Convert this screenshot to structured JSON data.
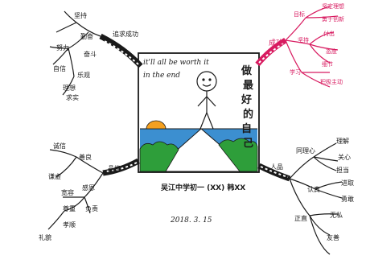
{
  "center": {
    "quote_line1": "it'll all be worth it",
    "quote_line2": "in the end",
    "vertical_title": [
      "做",
      "最",
      "好",
      "的",
      "自",
      "己"
    ],
    "author": "吴江中学初一 (XX) 韩XX",
    "date": "2018. 3. 15"
  },
  "branches": {
    "top_left": {
      "label": "追求成功",
      "items": [
        "坚持",
        "勤奋",
        "努力",
        "奋斗",
        "自信",
        "乐观",
        "理想",
        "求实"
      ]
    },
    "top_right": {
      "label": "成功",
      "items": [
        "目标",
        "坚定理想",
        "勇于创新",
        "坚持",
        "付出",
        "态度",
        "细节",
        "学习",
        "积极主动"
      ]
    },
    "bottom_left": {
      "label": "品格",
      "items": [
        "诚信",
        "善良",
        "谦虚",
        "宽容",
        "感恩",
        "尊重",
        "负责",
        "孝顺",
        "礼貌"
      ]
    },
    "bottom_right": {
      "label": "人品",
      "items": [
        "同理心",
        "理解",
        "关心",
        "担当",
        "认真",
        "进取",
        "勇敢",
        "正直",
        "无私",
        "友善"
      ]
    }
  },
  "colors": {
    "ink": "#1a1a1a",
    "accent_pink": "#d81b60",
    "sky": "#2f86c9",
    "sea": "#3c8fd0",
    "bush": "#2e9e3a",
    "sun": "#f4a020"
  }
}
